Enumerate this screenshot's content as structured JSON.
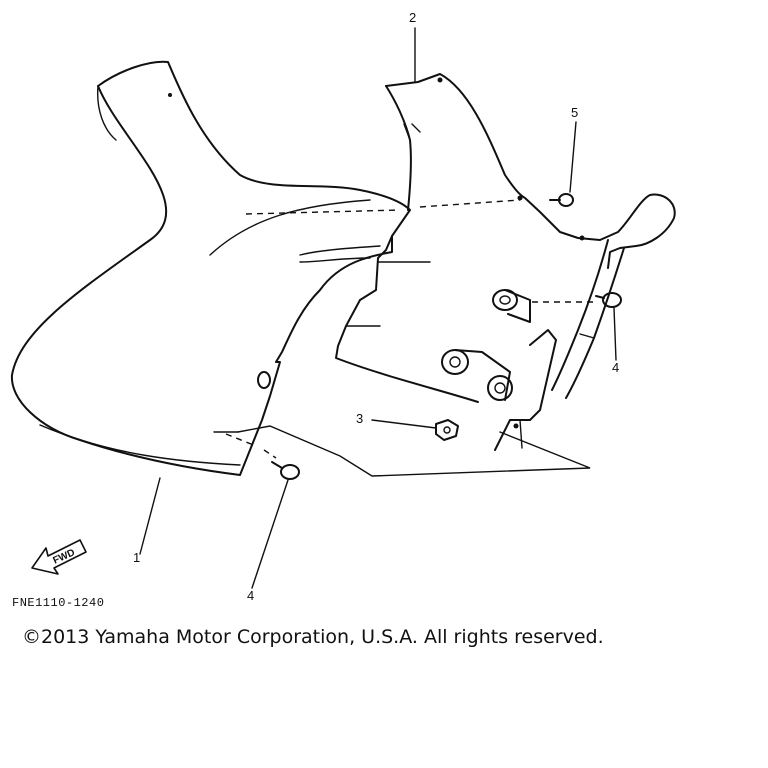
{
  "callouts": {
    "c1": "1",
    "c2": "2",
    "c3": "3",
    "c4a": "4",
    "c4b": "4",
    "c5": "5"
  },
  "fwd_label": "FWD",
  "figure_code": "FNE1110-1240",
  "copyright": "©2013 Yamaha Motor Corporation, U.S.A. All rights reserved."
}
